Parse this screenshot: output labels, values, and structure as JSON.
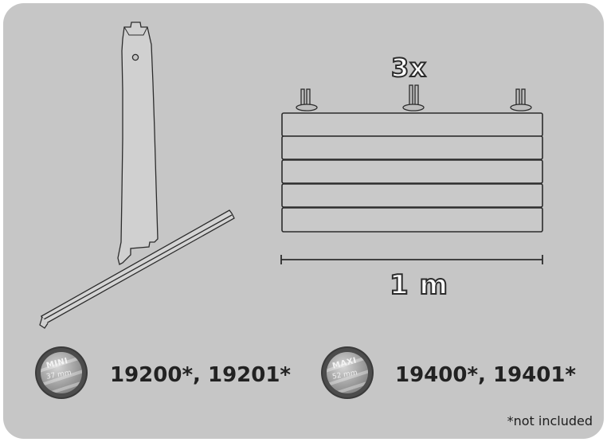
{
  "illustration": {
    "count_label": "3x",
    "length_label": "1 m"
  },
  "products": [
    {
      "badge_word": "MINI",
      "badge_size": "37 mm",
      "codes": "19200*, 19201*"
    },
    {
      "badge_word": "MAXI",
      "badge_size": "52 mm",
      "codes": "19400*, 19401*"
    }
  ],
  "footnote": "*not included",
  "colors": {
    "panel": "#c6c6c6",
    "line": "#2c2c2c",
    "text": "#222222"
  }
}
